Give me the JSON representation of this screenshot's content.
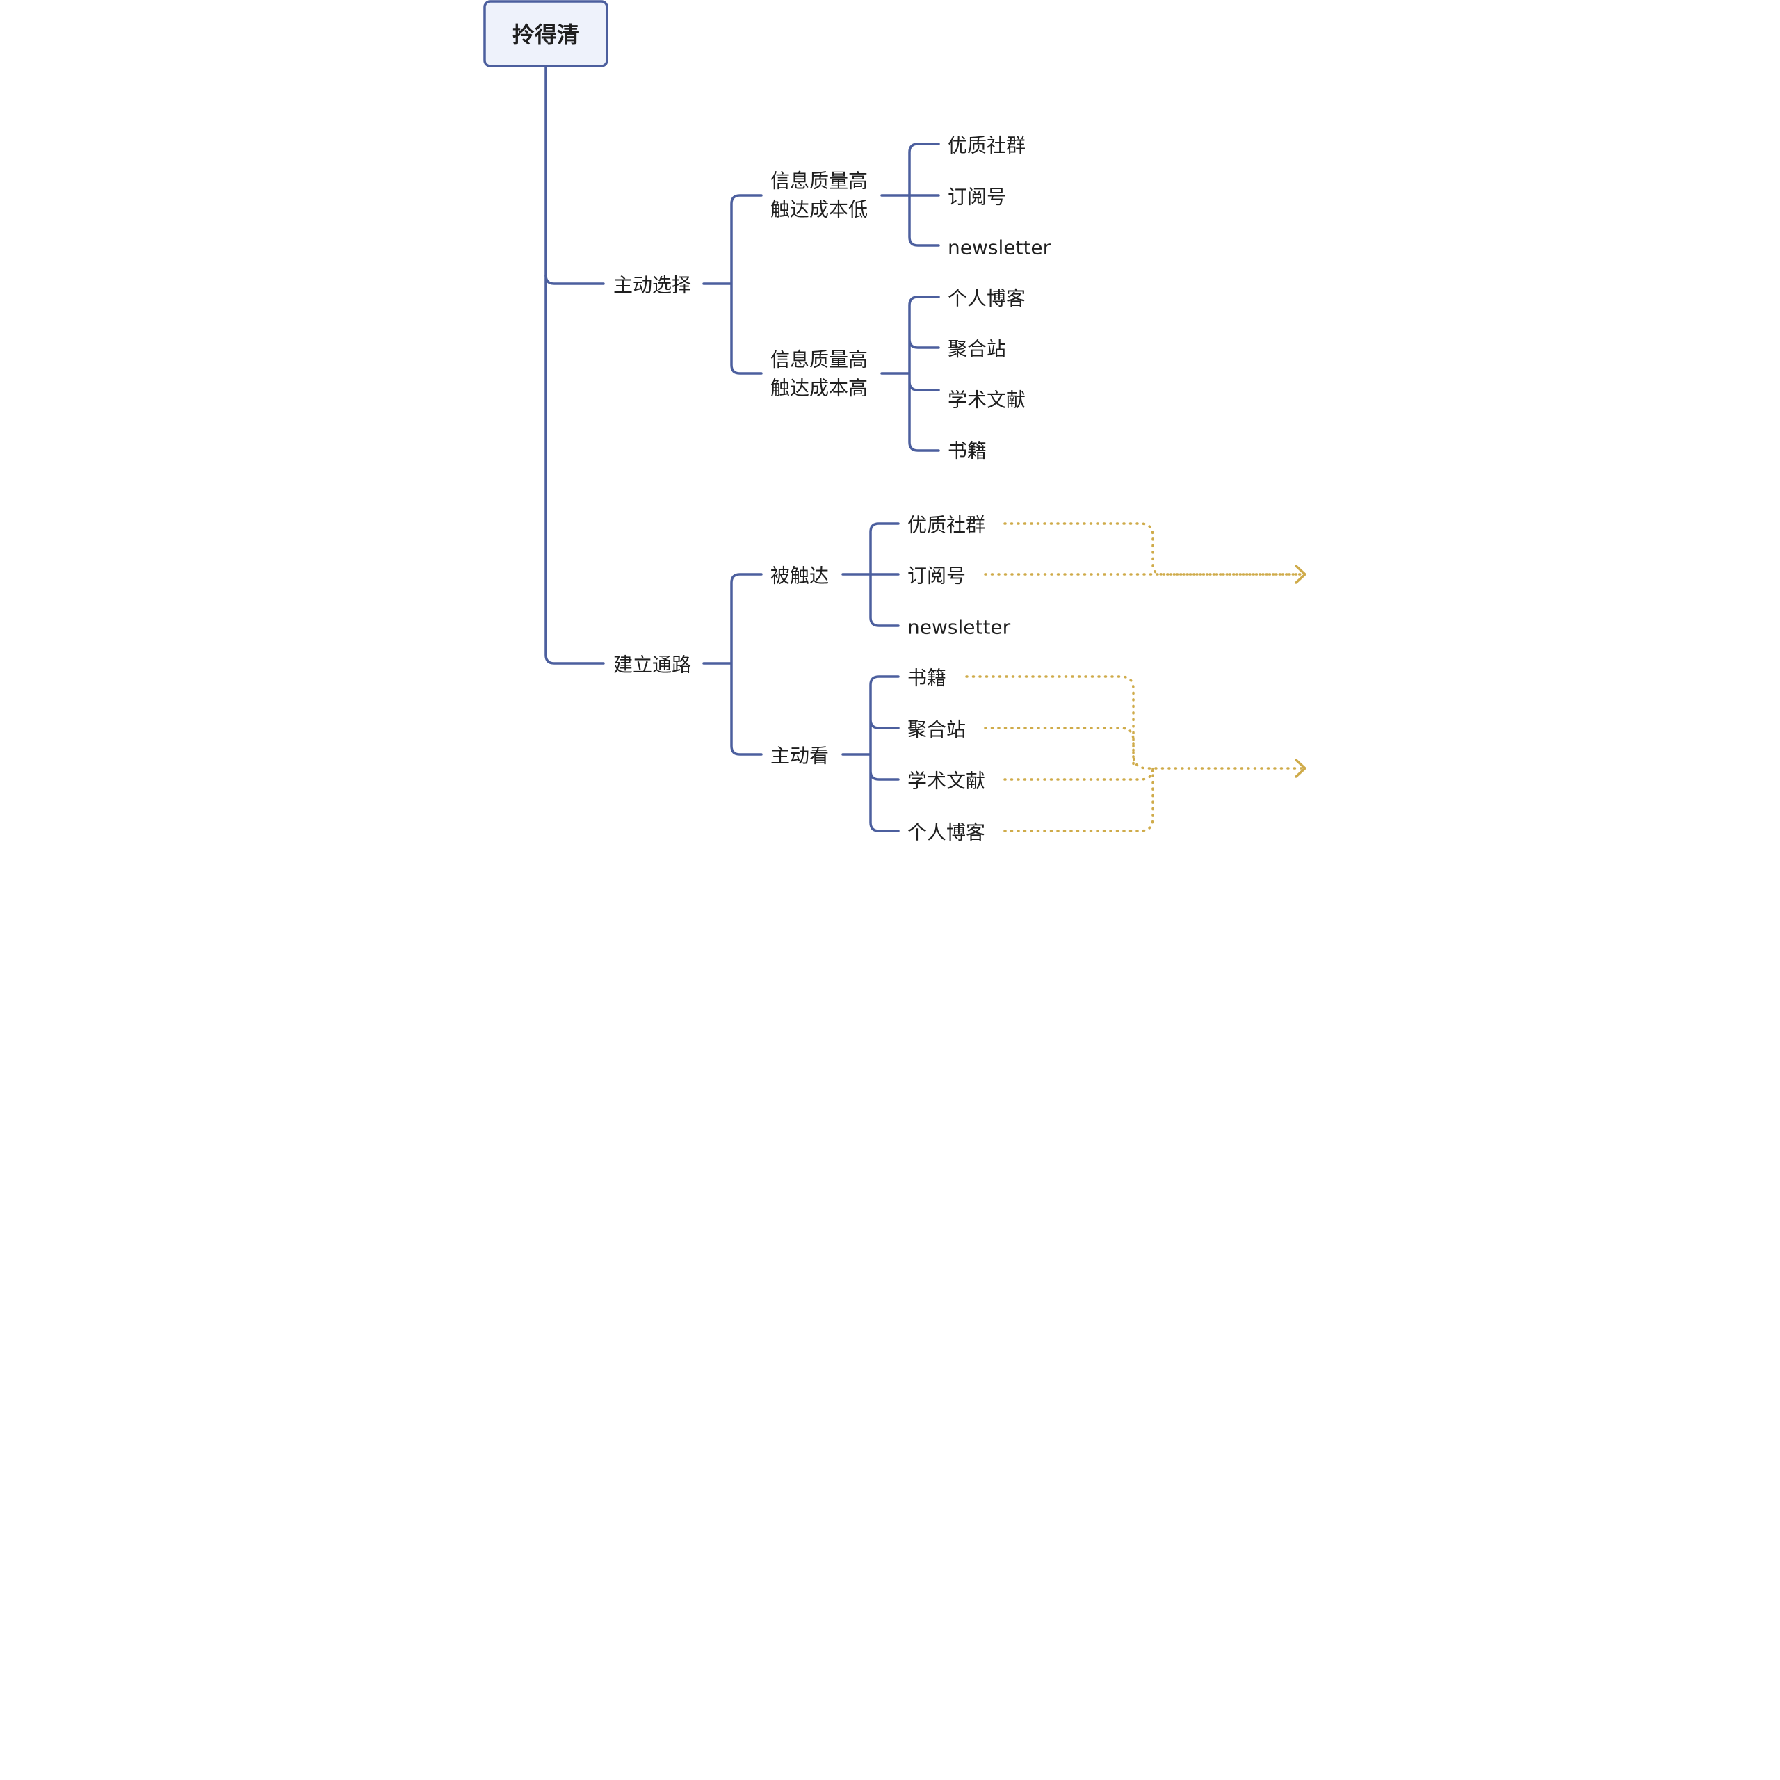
{
  "colors": {
    "branch_line": "#4c5f9e",
    "root_fill": "#eef2fb",
    "root_border": "#4c5f9e",
    "relation_line": "#cfab4a",
    "text": "#1f1f1f"
  },
  "mindmap": {
    "root": "拎得清",
    "branch_active_choice": {
      "label": "主动选择",
      "group_low_cost": {
        "label_line1": "信息质量高",
        "label_line2": "触达成本低",
        "items": [
          "优质社群",
          "订阅号",
          "newsletter"
        ]
      },
      "group_high_cost": {
        "label_line1": "信息质量高",
        "label_line2": "触达成本高",
        "items": [
          "个人博客",
          "聚合站",
          "学术文献",
          "书籍"
        ]
      }
    },
    "branch_build_channels": {
      "label": "建立通路",
      "group_reached": {
        "label": "被触达",
        "items": [
          "优质社群",
          "订阅号",
          "newsletter"
        ]
      },
      "group_active_view": {
        "label": "主动看",
        "items": [
          "书籍",
          "聚合站",
          "学术文献",
          "个人博客"
        ]
      }
    }
  }
}
